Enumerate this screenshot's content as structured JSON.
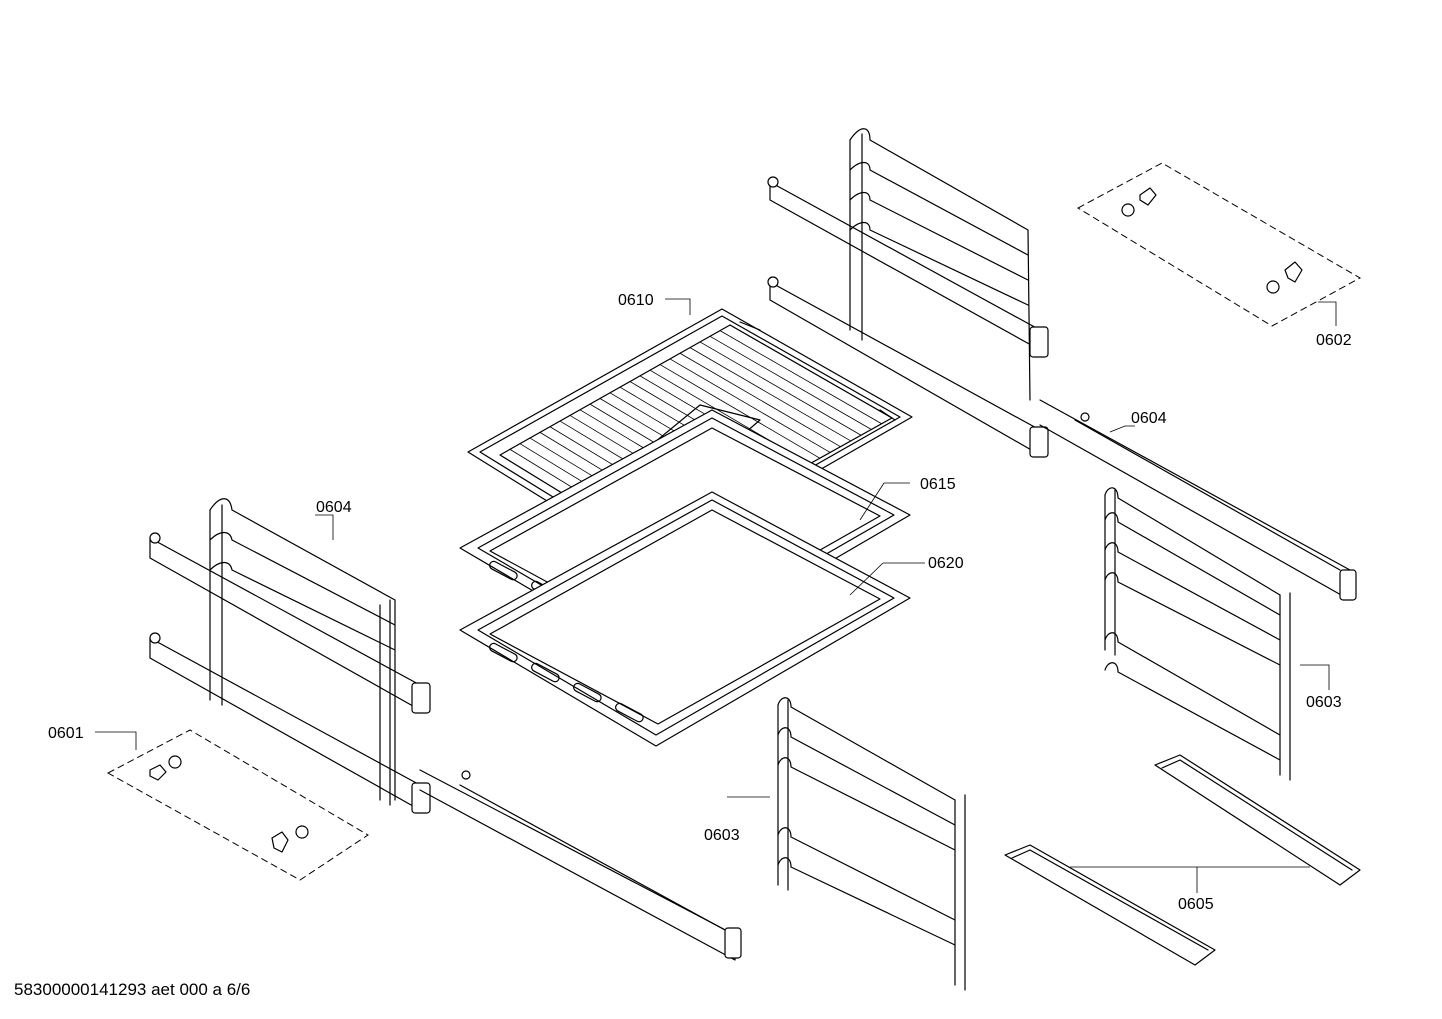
{
  "parts": {
    "p0610": "0610",
    "p0602": "0602",
    "p0604_right": "0604",
    "p0615": "0615",
    "p0604_left": "0604",
    "p0620": "0620",
    "p0603_right": "0603",
    "p0601": "0601",
    "p0603_center": "0603",
    "p0605": "0605"
  },
  "footer": {
    "document_id": "58300000141293 aet 000 a 6/6"
  }
}
